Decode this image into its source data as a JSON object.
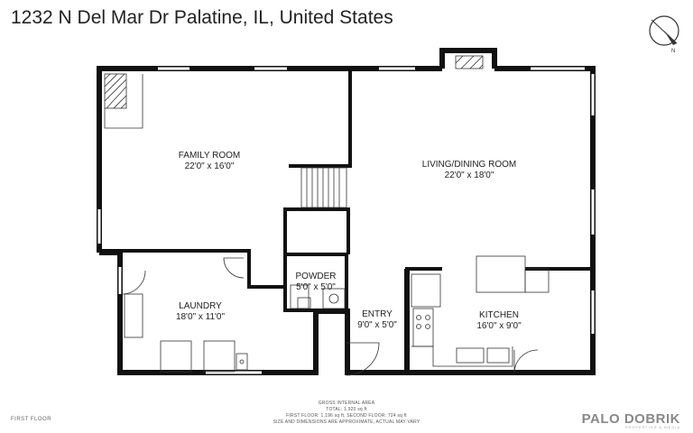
{
  "header": {
    "address": "1232 N Del Mar Dr Palatine, IL, United States"
  },
  "rooms": [
    {
      "name": "FAMILY ROOM",
      "size": "22'0\" x 16'0\""
    },
    {
      "name": "LIVING/DINING ROOM",
      "size": "22'0\" x 18'0\""
    },
    {
      "name": "POWDER",
      "size": "5'0\" x 5'0\""
    },
    {
      "name": "LAUNDRY",
      "size": "18'0\" x 11'0\""
    },
    {
      "name": "ENTRY",
      "size": "9'0\" x 5'0\""
    },
    {
      "name": "KITCHEN",
      "size": "16'0\" x 9'0\""
    }
  ],
  "footer": {
    "area_title": "GROSS INTERNAL AREA",
    "total": "TOTAL: 1,920 sq ft",
    "floors": "FIRST FLOOR: 1,196 sq ft, SECOND FLOOR: 724 sq ft",
    "disclaimer": "SIZE AND DIMENSIONS ARE APPROXIMATE, ACTUAL MAY VARY",
    "floor_label": "FIRST FLOOR",
    "brand": "PALO DOBRIK",
    "brand_sub": "PROPERTIES & MEDIA"
  },
  "compass": {
    "letter": "N"
  }
}
